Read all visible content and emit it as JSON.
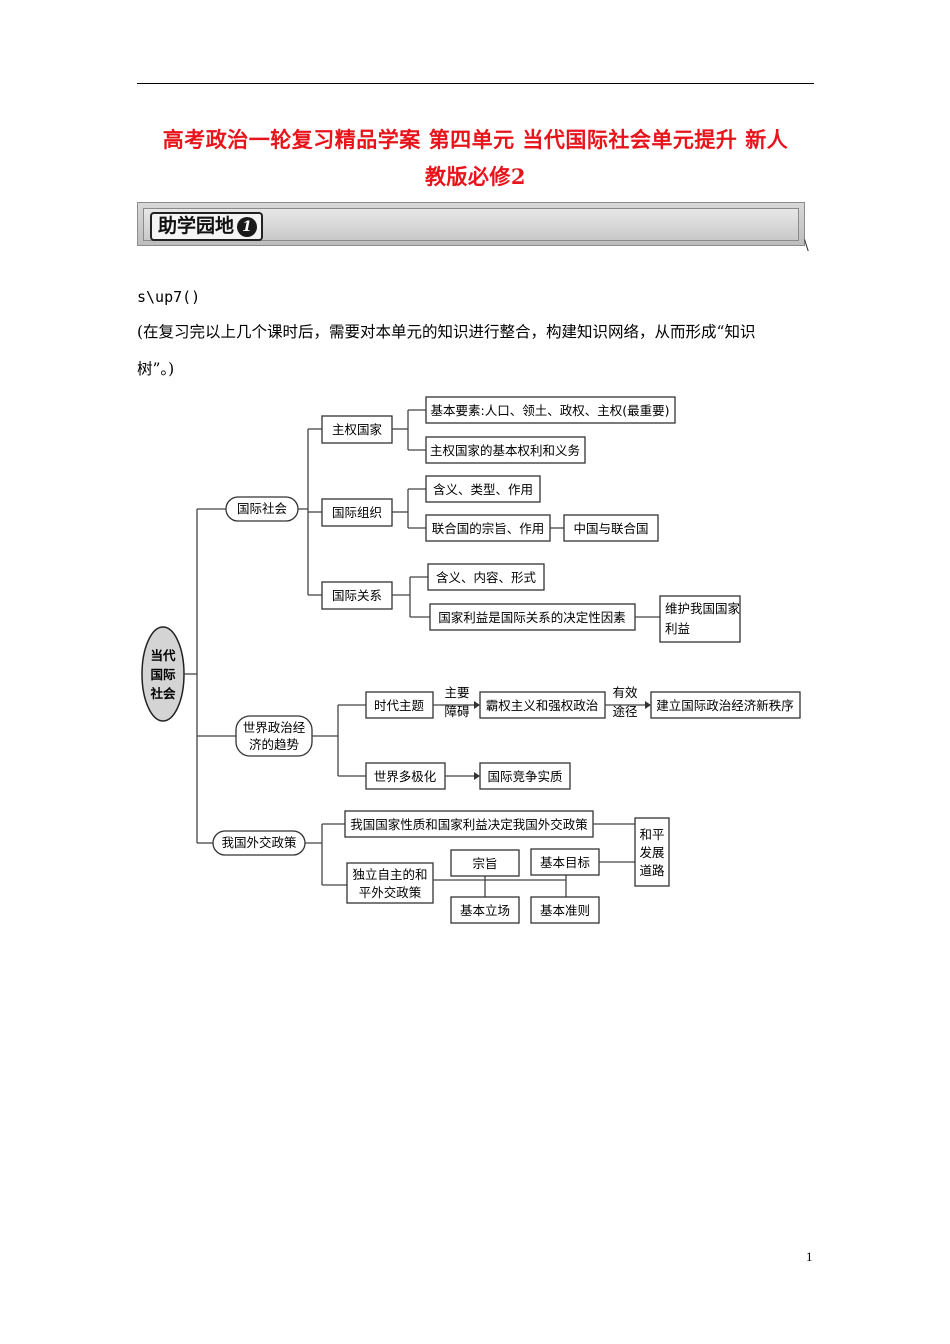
{
  "title": {
    "line1": "高考政治一轮复习精品学案 第四单元 当代国际社会单元提升 新人",
    "line2": "教版必修2"
  },
  "banner": {
    "label": "助学园地",
    "number": "1"
  },
  "backslash": "\\",
  "code_line": "s\\up7()",
  "intro": {
    "line1": "(在复习完以上几个课时后，需要对本单元的知识进行整合，构建知识网络，从而形成“知识",
    "line2": "树”。)"
  },
  "mindmap": {
    "root": [
      "当代",
      "国际",
      "社会"
    ],
    "branch_guoji_shehui": "国际社会",
    "node_zhuquan_guojia": "主权国家",
    "node_jiben_yaosu": "基本要素:人口、领土、政权、主权(最重要)",
    "node_quanli_yiwu": "主权国家的基本权利和义务",
    "node_guoji_zuzhi": "国际组织",
    "node_hanyi_leixing": "含义、类型、作用",
    "node_lianheguo": "联合国的宗旨、作用",
    "node_zhongguo_lhg": "中国与联合国",
    "node_guoji_guanxi": "国际关系",
    "node_hanyi_neirong": "含义、内容、形式",
    "node_guojia_liyi": "国家利益是国际关系的决定性因素",
    "node_weihu": [
      "维护我国国家",
      "利益"
    ],
    "branch_shijie": [
      "世界政治经",
      "济的趋势"
    ],
    "node_shidai_zhuti": "时代主题",
    "label_zhuyao_zhangai": [
      "主要",
      "障碍"
    ],
    "node_baquan": "霸权主义和强权政治",
    "label_youxiao_tujing": [
      "有效",
      "途径"
    ],
    "node_jianli": "建立国际政治经济新秩序",
    "node_duojihua": "世界多极化",
    "node_jingzheng": "国际竞争实质",
    "branch_waijiao": "我国外交政策",
    "node_xingzhi": "我国国家性质和国家利益决定我国外交政策",
    "node_duli": [
      "独立自主的和",
      "平外交政策"
    ],
    "node_zongzhi": "宗旨",
    "node_jiben_mubiao": "基本目标",
    "node_jiben_lichang": "基本立场",
    "node_jiben_zhunze": "基本准则",
    "node_heping": [
      "和平",
      "发展",
      "道路"
    ]
  },
  "page_number": "1"
}
